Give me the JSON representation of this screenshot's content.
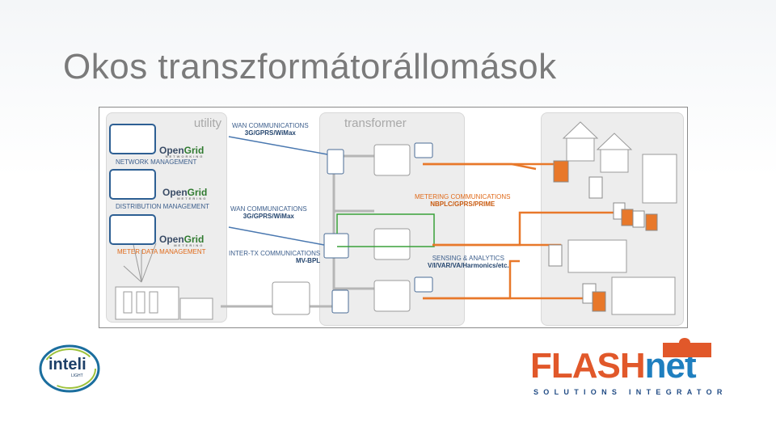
{
  "title": "Okos transzformátorállomások",
  "diagram": {
    "panels": {
      "utility": "utility",
      "transformer": "transformer"
    },
    "opengrid": {
      "brand_a": "Open",
      "brand_b": "Grid",
      "subs": [
        "NETWORKING",
        "METERING",
        "METERING"
      ]
    },
    "labels": {
      "network_mgmt": "NETWORK MANAGEMENT",
      "distribution_mgmt": "DISTRIBUTION MANAGEMENT",
      "meter_data_mgmt": "METER DATA MANAGEMENT",
      "wan1_a": "WAN COMMUNICATIONS",
      "wan1_b": "3G/GPRS/WiMax",
      "wan2_a": "WAN COMMUNICATIONS",
      "wan2_b": "3G/GPRS/WiMax",
      "intertx_a": "INTER-TX COMMUNICATIONS",
      "intertx_b": "MV-BPL",
      "metering_a": "METERING COMMUNICATIONS",
      "metering_b": "NBPLC/GPRS/PRIME",
      "sensing_a": "SENSING & ANALYTICS",
      "sensing_b": "V/I/VAR/VA/Harmonics/etc."
    },
    "colors": {
      "blue": "#2d5f93",
      "orange": "#e8782a",
      "green": "#3aa13a",
      "grey": "#b8b8b8"
    }
  },
  "logos": {
    "inteli": "inteli",
    "inteli_sub": "LIGHT",
    "flash_a": "FLASH",
    "flash_b": "net",
    "flash_sub": "SOLUTIONS INTEGRATOR"
  }
}
